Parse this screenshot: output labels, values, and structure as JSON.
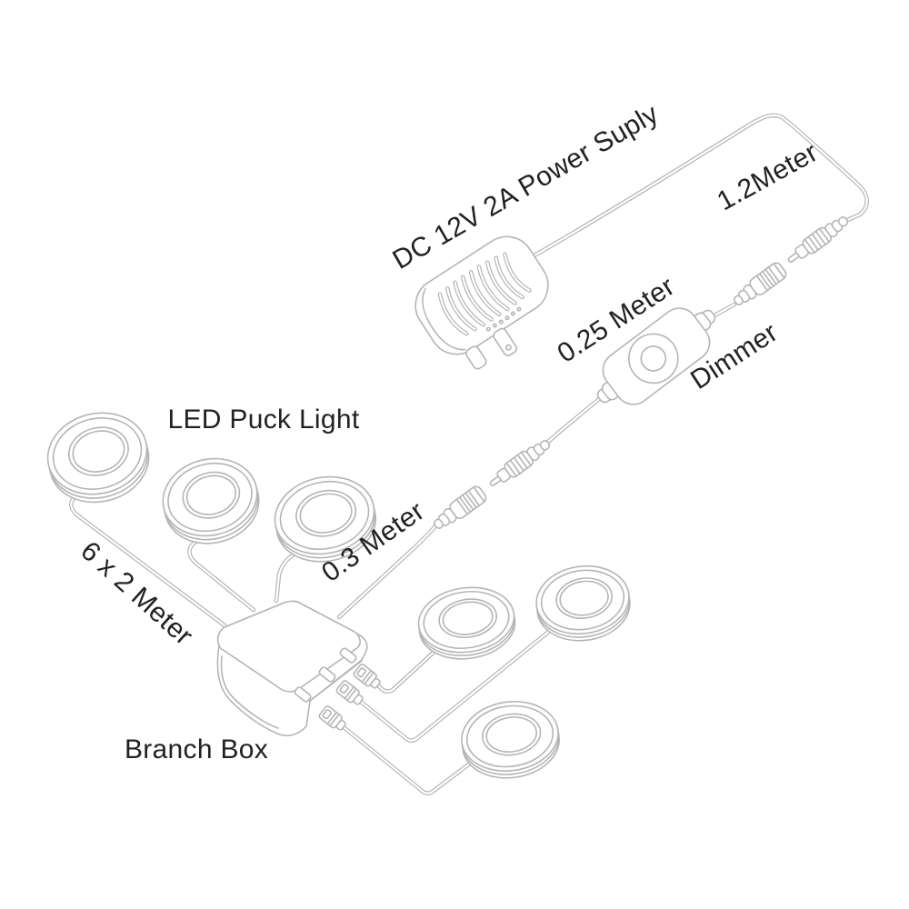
{
  "diagram": {
    "labels": {
      "power_supply": "DC 12V 2A Power Suply",
      "cable_1_2m": "1.2Meter",
      "cable_0_25m": "0.25 Meter",
      "dimmer": "Dimmer",
      "cable_0_3m": "0.3 Meter",
      "puck_light": "LED Puck Light",
      "cable_6x2m": "6 x 2 Meter",
      "branch_box": "Branch Box"
    },
    "colors": {
      "line": "#b5b5b5",
      "text": "#222222",
      "background": "#ffffff"
    }
  }
}
